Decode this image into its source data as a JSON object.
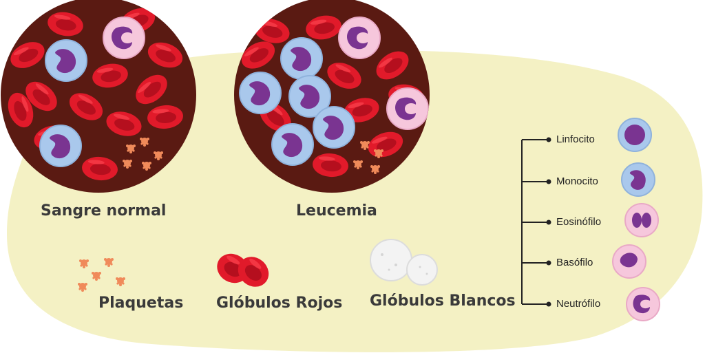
{
  "samples": {
    "normal_label": "Sangre normal",
    "leukemia_label": "Leucemia"
  },
  "legend": {
    "platelets": "Plaquetas",
    "red_cells": "Glóbulos Rojos",
    "white_cells": "Glóbulos Blancos"
  },
  "white_cell_types": [
    "Linfocito",
    "Monocito",
    "Eosinófilo",
    "Basófilo",
    "Neutrófilo"
  ],
  "colors": {
    "background_blob": "#f4f1c4",
    "blood_bg": "#5a1a12",
    "red_cell": "#e11a2a",
    "red_cell_center": "#b50f1e",
    "lymphocyte_bg": "#a9c8ec",
    "nucleus": "#7a3491",
    "granulocyte_bg": "#f6c7dc",
    "platelet": "#f08a5a"
  }
}
